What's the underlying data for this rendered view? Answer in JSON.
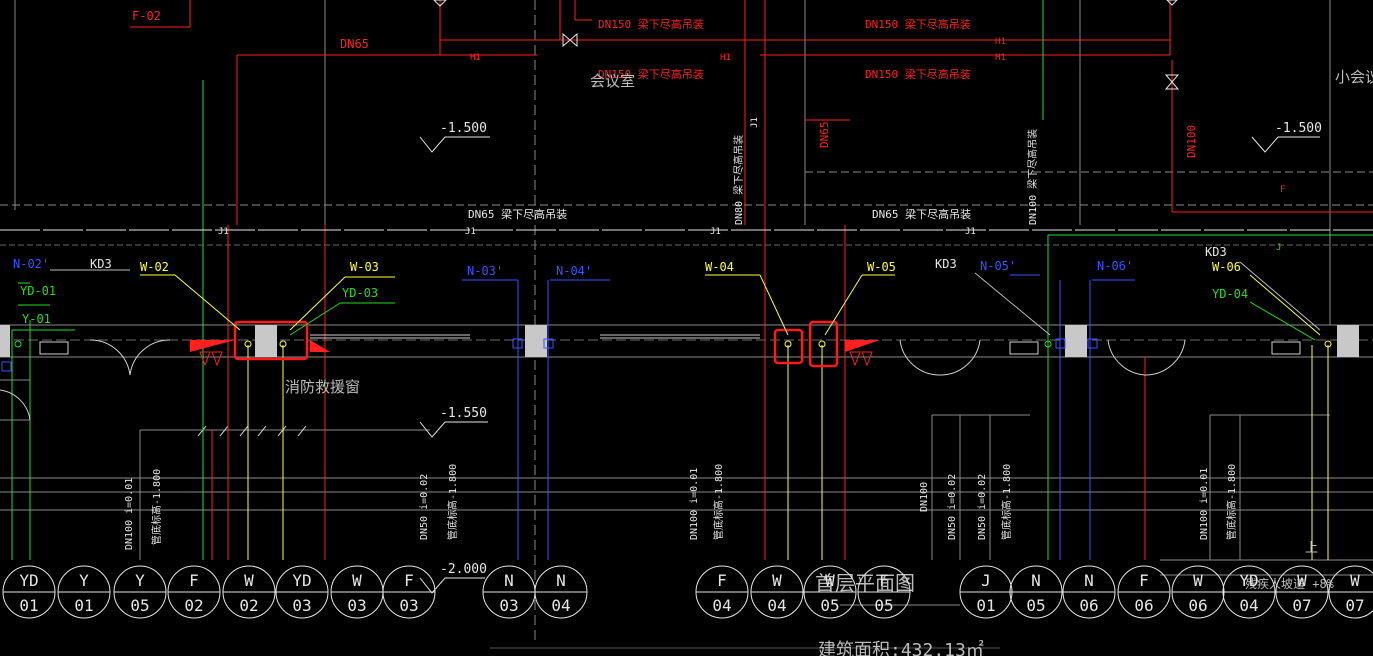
{
  "colors": {
    "background": "#000000",
    "red": "#ff2020",
    "yellow": "#ffff33",
    "blue": "#3355ff",
    "green": "#22dd22",
    "white": "#e6e6e6",
    "grey": "#8a8a8a",
    "highlight": "#ff1a1a"
  },
  "pipe_labels": {
    "f02": "F-02",
    "dn65_a": "DN65",
    "dn150_1": "DN150 梁下尽高吊装",
    "dn150_2": "DN150 梁下尽高吊装",
    "dn150_3": "DN150 梁下尽高吊装",
    "dn150_4": "DN150 梁下尽高吊装",
    "h1_a": "H1",
    "h1_b": "H1",
    "h1_c": "H1",
    "h1_d": "H1",
    "j1_a": "J1",
    "j1_b": "J1",
    "j1_c": "J1",
    "j1_d": "J1",
    "j_right": "J",
    "dn65_main_1": "DN65 梁下尽高吊装",
    "dn65_main_2": "DN65 梁下尽高吊装",
    "dn65_vert": "DN65",
    "dn80_vert": "DN80 梁下尽高吊装",
    "dn100_vert": "DN100 梁下尽高吊装",
    "dn100_red": "DN100",
    "j1_vert": "J1",
    "f_small": "F"
  },
  "room_labels": {
    "meeting_room": "会议室",
    "meeting_room_small": "小会议",
    "rescue_window": "消防救援窗",
    "floor_plan": "首层平面图",
    "building_area": "建筑面积:432.13㎡",
    "barrier_free": "残疾人坡道 +8%",
    "up": "上"
  },
  "elevations": {
    "e1": "-1.500",
    "e2": "-1.500",
    "e3": "-1.550",
    "e4": "-2.000"
  },
  "riser_labels": {
    "n02": "N-02'",
    "kd3_a": "KD3",
    "w02": "W-02",
    "w03": "W-03",
    "yd01": "YD-01",
    "yd03": "YD-03",
    "y01": "Y-01",
    "n03": "N-03'",
    "n04": "N-04'",
    "w04": "W-04",
    "w05": "W-05",
    "kd3_b": "KD3",
    "n05": "N-05'",
    "n06": "N-06'",
    "kd3_c": "KD3",
    "w06": "W-06",
    "yd04": "YD-04"
  },
  "outlet_notes": {
    "o1": "DN100 i=0.01",
    "o1b": "管底标高-1.800",
    "o2": "DN50 i=0.02",
    "o2b": "管底标高-1.800",
    "o3": "DN100 i=0.01",
    "o3b": "管底标高-1.800",
    "o4": "DN100",
    "o5": "DN50 i=0.02",
    "o6": "DN50 i=0.02",
    "o6b": "管底标高-1.800",
    "o7": "DN100 i=0.01",
    "o7b": "管底标高-1.800"
  },
  "circle_tags": [
    {
      "top": "YD",
      "bottom": "01"
    },
    {
      "top": "Y",
      "bottom": "01"
    },
    {
      "top": "Y",
      "bottom": "05"
    },
    {
      "top": "F",
      "bottom": "02"
    },
    {
      "top": "W",
      "bottom": "02"
    },
    {
      "top": "YD",
      "bottom": "03"
    },
    {
      "top": "W",
      "bottom": "03"
    },
    {
      "top": "F",
      "bottom": "03"
    },
    {
      "top": "N",
      "bottom": "03"
    },
    {
      "top": "N",
      "bottom": "04"
    },
    {
      "top": "F",
      "bottom": "04"
    },
    {
      "top": "W",
      "bottom": "04"
    },
    {
      "top": "W",
      "bottom": "05"
    },
    {
      "top": "F",
      "bottom": "05"
    },
    {
      "top": "J",
      "bottom": "01"
    },
    {
      "top": "N",
      "bottom": "05"
    },
    {
      "top": "N",
      "bottom": "06"
    },
    {
      "top": "F",
      "bottom": "06"
    },
    {
      "top": "W",
      "bottom": "06"
    },
    {
      "top": "YD",
      "bottom": "04"
    },
    {
      "top": "W",
      "bottom": "07"
    },
    {
      "top": "W",
      "bottom": "07"
    }
  ]
}
